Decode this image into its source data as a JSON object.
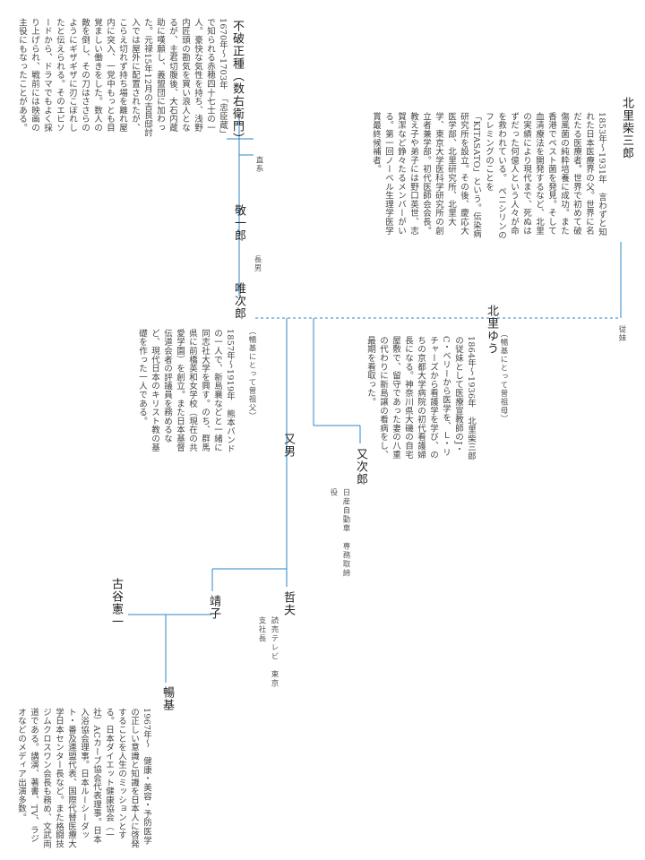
{
  "kitasato": {
    "name": "北里柴三郎",
    "bio": "1853年〜1931年　言わずと知れた日本医療界の父。世界に名だたる医療者。世界で初めて破傷風菌の純粋培養に成功。また香港でペスト菌を発見。そして血清療法を開発するなど、北里の実績により現代まで、死ぬはずだった何億人という人々が命を救われている。　ペニシリンのフレミングのことを「KITASATO」という。伝染病研究所を設立。その後、慶応大医学部、北里研究所、北里大学、東京大学医科学研究所の創立者兼学部。初代医師会会長。教え子や弟子には野口英世、志賀潔など錚々たるメンバーがいる。第一回ノーベル生理学医学賞最終候補者。"
  },
  "yu": {
    "name": "北里ゆう",
    "rel": "（暢基にとって曽祖母）",
    "bio": "1864年〜1936年　北里柴三郎の従妹として医療宣教師のJ・C・ベリーから医学を、Ｌ・リチャーズから看護学を学び、のちの京都大学病院の初代看護婦長になる。神奈川県大磯の自宅屋敷で、留守であった妻の八重の代わりに新島譲の看病をし、最期を看取った。"
  },
  "fuwa": {
    "name": "不破正種（数右衛門）",
    "bio": "1670年〜1703年　「忠臣蔵」で知られる赤穂四十七士の一人。豪快な気性を持ち、浅野内匠頭の勘気を買い浪人となるが、主君切腹後、大石内蔵助に嘆願し、義盟団に加わった。元禄15年12月の吉良邸討入では屋外に配置されたが、こらえ切れず持ち場を離れ屋内に突入、一党中もっとも目覚ましい働きをした。数人の敵を倒し、その刀はささらのようにギザギザに刃こぼれしたと伝えられる。そのエピソードから、ドラマでもよく採り上げられ、戦前には映画の主役にもなったことがある。"
  },
  "keiichiro": {
    "name": "敬一郎"
  },
  "yuijiro": {
    "name": "唯次郎",
    "rel": "（暢基にとって曽祖父）",
    "bio": "1857年〜1919年　熊本バンドの一人で、新島襄などと一緒に同志社大学を興す。のち、群馬県に前橋英和女学校（現在の共愛学園）を創立。また日本基督伝道会者の評議員を務めるなど、現代日本のキリスト教の基礎を作った一人である。"
  },
  "matao": {
    "name": "又男"
  },
  "matajiro": {
    "name": "又次郎",
    "sub": "日産自動車　専務取締役"
  },
  "tetsuo": {
    "name": "哲夫",
    "sub": "読売テレビ　東京支社長"
  },
  "yasuko": {
    "name": "靖子"
  },
  "furuya": {
    "name": "古谷憲一"
  },
  "nobuki": {
    "name": "暢基",
    "bio": "1967年〜　健康・美容・予防医学の正しい意識と知識を日本人に啓発することを人生のミッションとする。日本ダイエット健康協会（一社）ACカーブ協会代表理事。日本入浴協会理事。日本ルーシーダット・番及連盟代表、国際代替医療大学日本センター長など。また格闘技ジムクロスワン会長も務め、文武両道である。講演、著書、TV、ラジオなどのメディア出演多数。"
  },
  "labels": {
    "saikei": "直系",
    "chounan": "長男",
    "juumai": "従妹"
  }
}
